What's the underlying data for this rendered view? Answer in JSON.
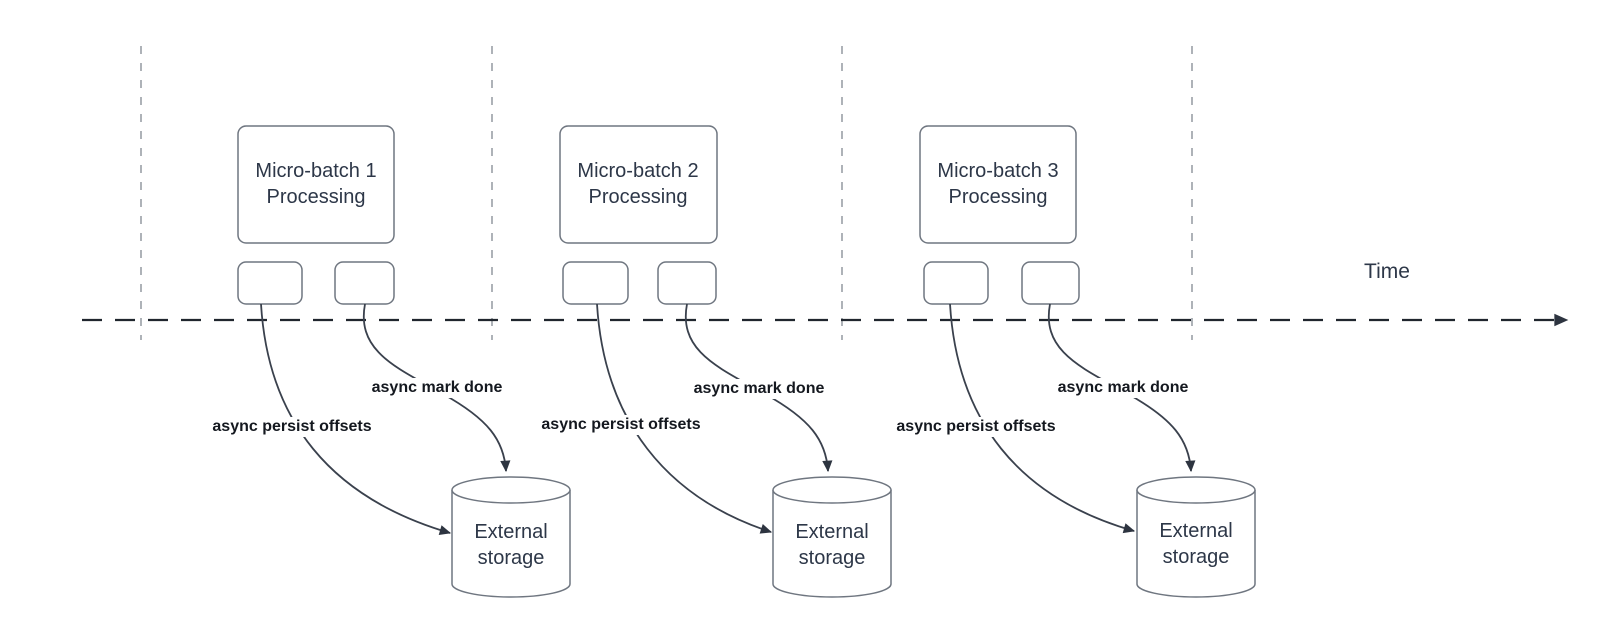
{
  "axis": {
    "label": "Time"
  },
  "groups": [
    {
      "box_line1": "Micro-batch 1",
      "box_line2": "Processing",
      "persist_label": "async persist offsets",
      "mark_done_label": "async mark done",
      "storage_line1": "External",
      "storage_line2": "storage"
    },
    {
      "box_line1": "Micro-batch 2",
      "box_line2": "Processing",
      "persist_label": "async persist offsets",
      "mark_done_label": "async mark done",
      "storage_line1": "External",
      "storage_line2": "storage"
    },
    {
      "box_line1": "Micro-batch 3",
      "box_line2": "Processing",
      "persist_label": "async persist offsets",
      "mark_done_label": "async mark done",
      "storage_line1": "External",
      "storage_line2": "storage"
    }
  ],
  "colors": {
    "axis": "#20262e",
    "curve": "#3a414d",
    "arrow": "#2d3440",
    "border": "#6f7680",
    "guide": "#9aa0a6",
    "text": "#2d3748",
    "label_text": "#14181f"
  }
}
